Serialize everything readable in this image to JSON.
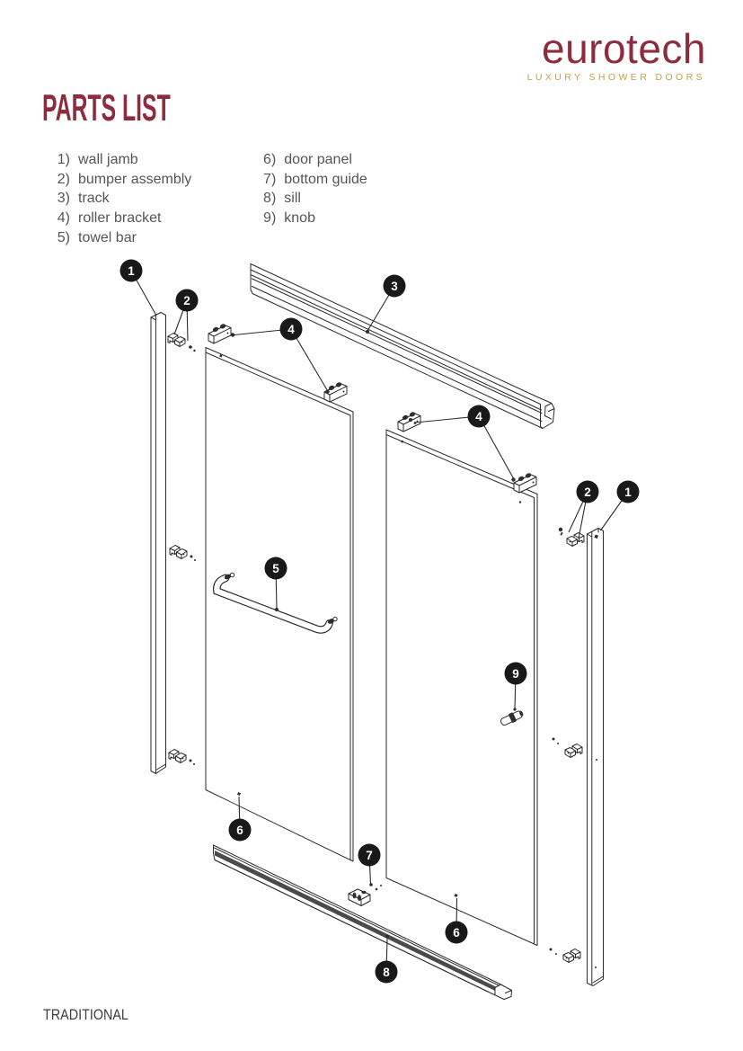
{
  "brand": {
    "wordmark": "eurotech",
    "tagline": "LUXURY SHOWER DOORS",
    "wordmark_color": "#8e2c3e",
    "tagline_color": "#c2a14b"
  },
  "page": {
    "title": "PARTS LIST",
    "footer": "TRADITIONAL"
  },
  "parts_list": {
    "col1": [
      {
        "num": "1)",
        "label": "wall jamb"
      },
      {
        "num": "2)",
        "label": "bumper assembly"
      },
      {
        "num": "3)",
        "label": "track"
      },
      {
        "num": "4)",
        "label": "roller bracket"
      },
      {
        "num": "5)",
        "label": "towel bar"
      }
    ],
    "col2": [
      {
        "num": "6)",
        "label": "door panel"
      },
      {
        "num": "7)",
        "label": "bottom guide"
      },
      {
        "num": "8)",
        "label": "sill"
      },
      {
        "num": "9)",
        "label": "knob"
      }
    ]
  },
  "diagram": {
    "line_color": "#2b2b2b",
    "callout_bg": "#191919",
    "callout_text_color": "#ffffff",
    "callouts": [
      "1",
      "2",
      "3",
      "4",
      "4",
      "5",
      "6",
      "7",
      "8",
      "6",
      "9",
      "2",
      "1"
    ]
  },
  "colors": {
    "list_text": "#54555a",
    "footer_text": "#3d3e42",
    "background": "#ffffff"
  }
}
